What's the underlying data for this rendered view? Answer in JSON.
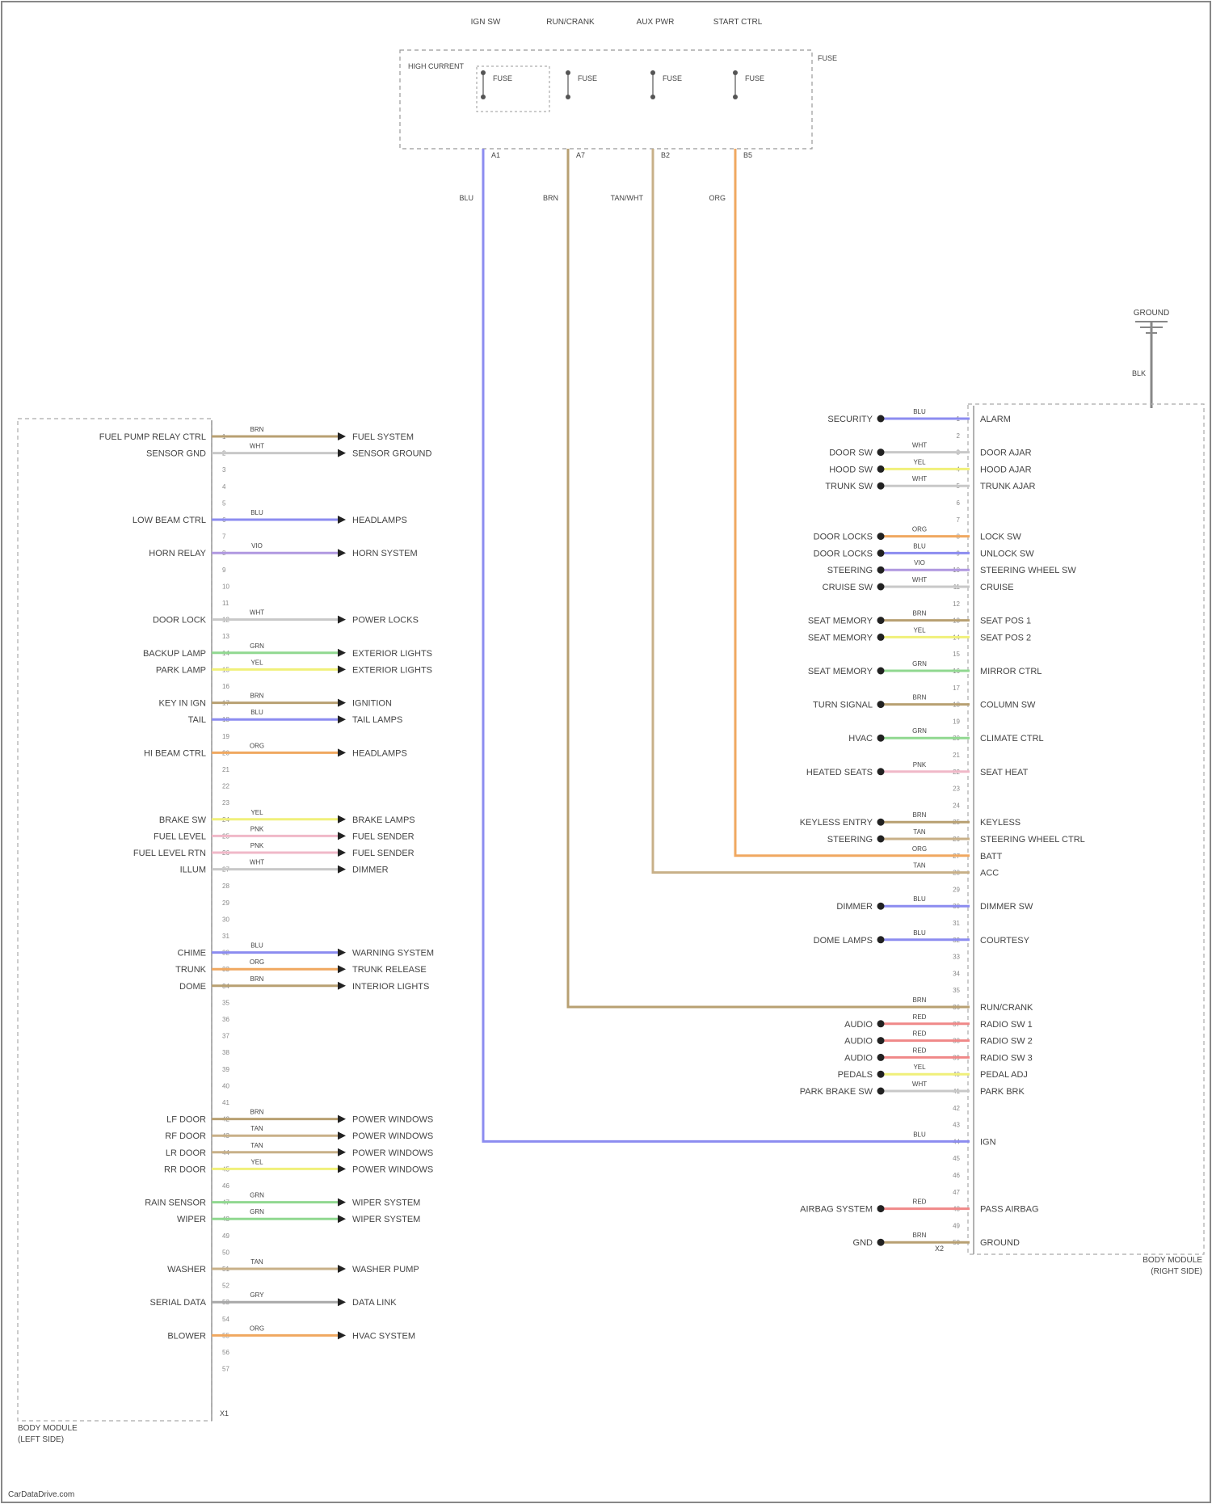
{
  "colors": {
    "background": "#ffffff",
    "line": "#555555",
    "wire_colors": {
      "BLU": "#8c8cf0",
      "BRN": "#b8a072",
      "TAN": "#c8b088",
      "WHT": "#c8c8c8",
      "YEL": "#f0f07a",
      "GRN": "#90d890",
      "ORG": "#f0a860",
      "PNK": "#f0b8c8",
      "RED": "#f08888",
      "VIO": "#b098e0",
      "GRY": "#a8a8a8"
    }
  },
  "diagram": {
    "watermark": "CarDataDrive.com",
    "top_modules": {
      "labels": [
        "IGN SW",
        "RUN/CRANK",
        "AUX PWR",
        "START CTRL"
      ],
      "left_note": "HIGH CURRENT",
      "right_note": "FUSE",
      "fuse_labels": [
        "FUSE",
        "FUSE",
        "FUSE",
        "FUSE"
      ],
      "pin_labels": [
        "A1",
        "A7",
        "B2",
        "B5"
      ],
      "wire_labels": [
        "BLU",
        "BRN",
        "TAN/WHT",
        "ORG"
      ]
    },
    "ground": {
      "label": "GROUND",
      "wire": "BLK"
    },
    "left_connector": {
      "footer": "X1",
      "caption_1": "BODY MODULE",
      "caption_2": "(LEFT SIDE)",
      "pins": [
        {
          "label": "FUEL PUMP RELAY CTRL",
          "color": "BRN",
          "wire": "BRN",
          "dest": "FUEL SYSTEM"
        },
        {
          "label": "SENSOR GND",
          "color": "WHT",
          "wire": "WHT",
          "dest": "SENSOR GROUND"
        },
        {
          "label": "",
          "color": null,
          "wire": "",
          "dest": ""
        },
        {
          "label": "",
          "color": null,
          "wire": "",
          "dest": ""
        },
        {
          "label": "",
          "color": null,
          "wire": "",
          "dest": ""
        },
        {
          "label": "LOW BEAM CTRL",
          "color": "BLU",
          "wire": "BLU",
          "dest": "HEADLAMPS"
        },
        {
          "label": "",
          "color": null,
          "wire": "",
          "dest": ""
        },
        {
          "label": "HORN RELAY",
          "color": "VIO",
          "wire": "VIO",
          "dest": "HORN SYSTEM"
        },
        {
          "label": "",
          "color": null,
          "wire": "",
          "dest": ""
        },
        {
          "label": "",
          "color": null,
          "wire": "",
          "dest": ""
        },
        {
          "label": "",
          "color": null,
          "wire": "",
          "dest": ""
        },
        {
          "label": "DOOR LOCK",
          "color": "WHT",
          "wire": "WHT",
          "dest": "POWER LOCKS"
        },
        {
          "label": "",
          "color": null,
          "wire": "",
          "dest": ""
        },
        {
          "label": "BACKUP LAMP",
          "color": "GRN",
          "wire": "GRN",
          "dest": "EXTERIOR LIGHTS"
        },
        {
          "label": "PARK LAMP",
          "color": "YEL",
          "wire": "YEL",
          "dest": "EXTERIOR LIGHTS"
        },
        {
          "label": "",
          "color": null,
          "wire": "",
          "dest": ""
        },
        {
          "label": "KEY IN IGN",
          "color": "BRN",
          "wire": "BRN",
          "dest": "IGNITION"
        },
        {
          "label": "TAIL",
          "color": "BLU",
          "wire": "BLU",
          "dest": "TAIL LAMPS"
        },
        {
          "label": "",
          "color": null,
          "wire": "",
          "dest": ""
        },
        {
          "label": "HI BEAM CTRL",
          "color": "ORG",
          "wire": "ORG",
          "dest": "HEADLAMPS"
        },
        {
          "label": "",
          "color": null,
          "wire": "",
          "dest": ""
        },
        {
          "label": "",
          "color": null,
          "wire": "",
          "dest": ""
        },
        {
          "label": "",
          "color": null,
          "wire": "",
          "dest": ""
        },
        {
          "label": "BRAKE SW",
          "color": "YEL",
          "wire": "YEL",
          "dest": "BRAKE LAMPS"
        },
        {
          "label": "FUEL LEVEL",
          "color": "PNK",
          "wire": "PNK",
          "dest": "FUEL SENDER"
        },
        {
          "label": "FUEL LEVEL RTN",
          "color": "PNK",
          "wire": "PNK",
          "dest": "FUEL SENDER"
        },
        {
          "label": "ILLUM",
          "color": "WHT",
          "wire": "WHT",
          "dest": "DIMMER"
        },
        {
          "label": "",
          "color": null,
          "wire": "",
          "dest": ""
        },
        {
          "label": "",
          "color": null,
          "wire": "",
          "dest": ""
        },
        {
          "label": "",
          "color": null,
          "wire": "",
          "dest": ""
        },
        {
          "label": "",
          "color": null,
          "wire": "",
          "dest": ""
        },
        {
          "label": "CHIME",
          "color": "BLU",
          "wire": "BLU",
          "dest": "WARNING SYSTEM"
        },
        {
          "label": "TRUNK",
          "color": "ORG",
          "wire": "ORG",
          "dest": "TRUNK RELEASE"
        },
        {
          "label": "DOME",
          "color": "BRN",
          "wire": "BRN",
          "dest": "INTERIOR LIGHTS"
        },
        {
          "label": "",
          "color": null,
          "wire": "",
          "dest": ""
        },
        {
          "label": "",
          "color": null,
          "wire": "",
          "dest": ""
        },
        {
          "label": "",
          "color": null,
          "wire": "",
          "dest": ""
        },
        {
          "label": "",
          "color": null,
          "wire": "",
          "dest": ""
        },
        {
          "label": "",
          "color": null,
          "wire": "",
          "dest": ""
        },
        {
          "label": "",
          "color": null,
          "wire": "",
          "dest": ""
        },
        {
          "label": "",
          "color": null,
          "wire": "",
          "dest": ""
        },
        {
          "label": "LF DOOR",
          "color": "BRN",
          "wire": "BRN",
          "dest": "POWER WINDOWS"
        },
        {
          "label": "RF DOOR",
          "color": "TAN",
          "wire": "TAN",
          "dest": "POWER WINDOWS"
        },
        {
          "label": "LR DOOR",
          "color": "TAN",
          "wire": "TAN",
          "dest": "POWER WINDOWS"
        },
        {
          "label": "RR DOOR",
          "color": "YEL",
          "wire": "YEL",
          "dest": "POWER WINDOWS"
        },
        {
          "label": "",
          "color": null,
          "wire": "",
          "dest": ""
        },
        {
          "label": "RAIN SENSOR",
          "color": "GRN",
          "wire": "GRN",
          "dest": "WIPER SYSTEM"
        },
        {
          "label": "WIPER",
          "color": "GRN",
          "wire": "GRN",
          "dest": "WIPER SYSTEM"
        },
        {
          "label": "",
          "color": null,
          "wire": "",
          "dest": ""
        },
        {
          "label": "",
          "color": null,
          "wire": "",
          "dest": ""
        },
        {
          "label": "WASHER",
          "color": "TAN",
          "wire": "TAN",
          "dest": "WASHER PUMP"
        },
        {
          "label": "",
          "color": null,
          "wire": "",
          "dest": ""
        },
        {
          "label": "SERIAL DATA",
          "color": "GRY",
          "wire": "GRY",
          "dest": "DATA LINK"
        },
        {
          "label": "",
          "color": null,
          "wire": "",
          "dest": ""
        },
        {
          "label": "BLOWER",
          "color": "ORG",
          "wire": "ORG",
          "dest": "HVAC SYSTEM"
        },
        {
          "label": "",
          "color": null,
          "wire": "",
          "dest": ""
        },
        {
          "label": "",
          "color": null,
          "wire": "",
          "dest": ""
        }
      ]
    },
    "right_connector": {
      "footer": "X2",
      "caption_1": "BODY MODULE",
      "caption_2": "(RIGHT SIDE)",
      "pins": [
        {
          "label": "ALARM",
          "color": "BLU",
          "wire": "BLU",
          "src": "SECURITY"
        },
        {
          "label": "",
          "color": null,
          "wire": "",
          "src": ""
        },
        {
          "label": "DOOR AJAR",
          "color": "WHT",
          "wire": "WHT",
          "src": "DOOR SW"
        },
        {
          "label": "HOOD AJAR",
          "color": "YEL",
          "wire": "YEL",
          "src": "HOOD SW"
        },
        {
          "label": "TRUNK AJAR",
          "color": "WHT",
          "wire": "WHT",
          "src": "TRUNK SW"
        },
        {
          "label": "",
          "color": null,
          "wire": "",
          "src": ""
        },
        {
          "label": "",
          "color": null,
          "wire": "",
          "src": ""
        },
        {
          "label": "LOCK SW",
          "color": "ORG",
          "wire": "ORG",
          "src": "DOOR LOCKS"
        },
        {
          "label": "UNLOCK SW",
          "color": "BLU",
          "wire": "BLU",
          "src": "DOOR LOCKS"
        },
        {
          "label": "STEERING WHEEL SW",
          "color": "VIO",
          "wire": "VIO",
          "src": "STEERING"
        },
        {
          "label": "CRUISE",
          "color": "WHT",
          "wire": "WHT",
          "src": "CRUISE SW"
        },
        {
          "label": "",
          "color": null,
          "wire": "",
          "src": ""
        },
        {
          "label": "SEAT POS 1",
          "color": "BRN",
          "wire": "BRN",
          "src": "SEAT MEMORY"
        },
        {
          "label": "SEAT POS 2",
          "color": "YEL",
          "wire": "YEL",
          "src": "SEAT MEMORY"
        },
        {
          "label": "",
          "color": null,
          "wire": "",
          "src": ""
        },
        {
          "label": "MIRROR CTRL",
          "color": "GRN",
          "wire": "GRN",
          "src": "SEAT MEMORY"
        },
        {
          "label": "",
          "color": null,
          "wire": "",
          "src": ""
        },
        {
          "label": "COLUMN SW",
          "color": "BRN",
          "wire": "BRN",
          "src": "TURN SIGNAL"
        },
        {
          "label": "",
          "color": null,
          "wire": "",
          "src": ""
        },
        {
          "label": "CLIMATE CTRL",
          "color": "GRN",
          "wire": "GRN",
          "src": "HVAC"
        },
        {
          "label": "",
          "color": null,
          "wire": "",
          "src": ""
        },
        {
          "label": "SEAT HEAT",
          "color": "PNK",
          "wire": "PNK",
          "src": "HEATED SEATS"
        },
        {
          "label": "",
          "color": null,
          "wire": "",
          "src": ""
        },
        {
          "label": "",
          "color": null,
          "wire": "",
          "src": ""
        },
        {
          "label": "KEYLESS",
          "color": "BRN",
          "wire": "BRN",
          "src": "KEYLESS ENTRY"
        },
        {
          "label": "STEERING WHEEL CTRL",
          "color": "TAN",
          "wire": "TAN",
          "src": "STEERING"
        },
        {
          "label": "BATT",
          "color": "ORG",
          "wire": "ORG",
          "src": ""
        },
        {
          "label": "ACC",
          "color": "TAN",
          "wire": "TAN",
          "src": ""
        },
        {
          "label": "",
          "color": null,
          "wire": "",
          "src": ""
        },
        {
          "label": "DIMMER SW",
          "color": "BLU",
          "wire": "BLU",
          "src": "DIMMER"
        },
        {
          "label": "",
          "color": null,
          "wire": "",
          "src": ""
        },
        {
          "label": "COURTESY",
          "color": "BLU",
          "wire": "BLU",
          "src": "DOME LAMPS"
        },
        {
          "label": "",
          "color": null,
          "wire": "",
          "src": ""
        },
        {
          "label": "",
          "color": null,
          "wire": "",
          "src": ""
        },
        {
          "label": "",
          "color": null,
          "wire": "",
          "src": ""
        },
        {
          "label": "RUN/CRANK",
          "color": "BRN",
          "wire": "BRN",
          "src": ""
        },
        {
          "label": "RADIO SW 1",
          "color": "RED",
          "wire": "RED",
          "src": "AUDIO"
        },
        {
          "label": "RADIO SW 2",
          "color": "RED",
          "wire": "RED",
          "src": "AUDIO"
        },
        {
          "label": "RADIO SW 3",
          "color": "RED",
          "wire": "RED",
          "src": "AUDIO"
        },
        {
          "label": "PEDAL ADJ",
          "color": "YEL",
          "wire": "YEL",
          "src": "PEDALS"
        },
        {
          "label": "PARK BRK",
          "color": "WHT",
          "wire": "WHT",
          "src": "PARK BRAKE SW"
        },
        {
          "label": "",
          "color": null,
          "wire": "",
          "src": ""
        },
        {
          "label": "",
          "color": null,
          "wire": "",
          "src": ""
        },
        {
          "label": "IGN",
          "color": "BLU",
          "wire": "BLU",
          "src": ""
        },
        {
          "label": "",
          "color": null,
          "wire": "",
          "src": ""
        },
        {
          "label": "",
          "color": null,
          "wire": "",
          "src": ""
        },
        {
          "label": "",
          "color": null,
          "wire": "",
          "src": ""
        },
        {
          "label": "PASS AIRBAG",
          "color": "RED",
          "wire": "RED",
          "src": "AIRBAG SYSTEM"
        },
        {
          "label": "",
          "color": null,
          "wire": "",
          "src": ""
        },
        {
          "label": "GROUND",
          "color": "BRN",
          "wire": "BRN",
          "src": "GND"
        }
      ]
    }
  }
}
